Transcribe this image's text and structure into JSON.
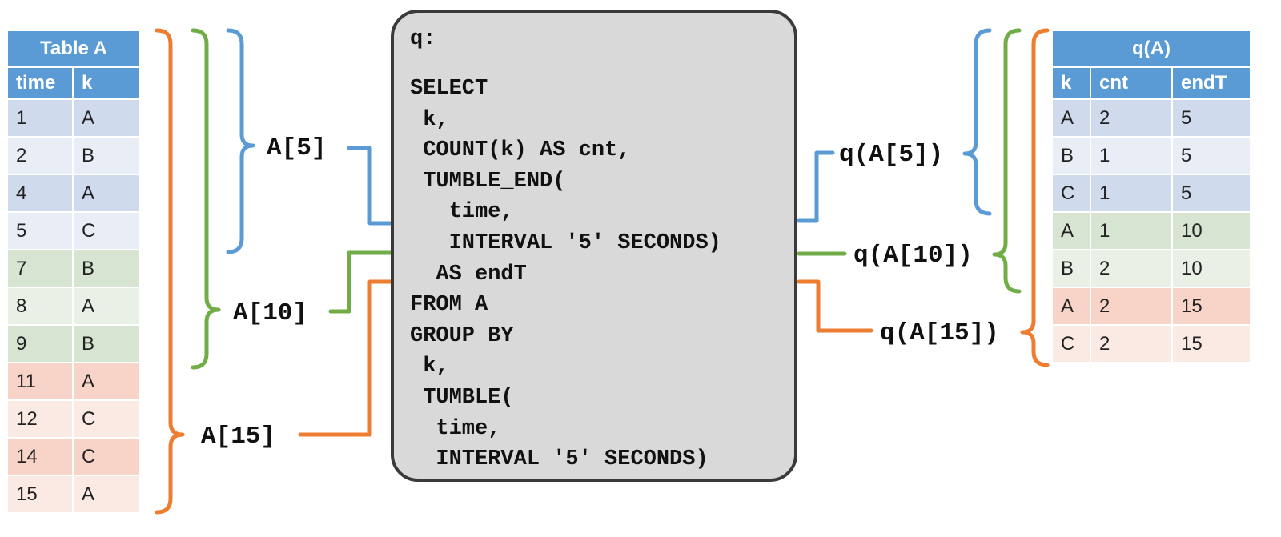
{
  "table_a": {
    "title": "Table A",
    "headers": [
      "time",
      "k"
    ],
    "rows": [
      [
        "1",
        "A"
      ],
      [
        "2",
        "B"
      ],
      [
        "4",
        "A"
      ],
      [
        "5",
        "C"
      ],
      [
        "7",
        "B"
      ],
      [
        "8",
        "A"
      ],
      [
        "9",
        "B"
      ],
      [
        "11",
        "A"
      ],
      [
        "12",
        "C"
      ],
      [
        "14",
        "C"
      ],
      [
        "15",
        "A"
      ]
    ]
  },
  "query": {
    "label": "q:",
    "code": "SELECT\n k,\n COUNT(k) AS cnt,\n TUMBLE_END(\n   time,\n   INTERVAL '5' SECONDS)\n  AS endT\nFROM A\nGROUP BY\n k,\n TUMBLE(\n  time,\n  INTERVAL '5' SECONDS)"
  },
  "input_labels": {
    "a5": "A[5]",
    "a10": "A[10]",
    "a15": "A[15]"
  },
  "output_labels": {
    "q5": "q(A[5])",
    "q10": "q(A[10])",
    "q15": "q(A[15])"
  },
  "table_q": {
    "title": "q(A)",
    "headers": [
      "k",
      "cnt",
      "endT"
    ],
    "rows": [
      [
        "A",
        "2",
        "5"
      ],
      [
        "B",
        "1",
        "5"
      ],
      [
        "C",
        "1",
        "5"
      ],
      [
        "A",
        "1",
        "10"
      ],
      [
        "B",
        "2",
        "10"
      ],
      [
        "A",
        "2",
        "15"
      ],
      [
        "C",
        "2",
        "15"
      ]
    ]
  },
  "colors": {
    "blue": "#5b9bd5",
    "green": "#70ad47",
    "orange": "#ed7d31",
    "header": "#5b9bd5",
    "box": "#d9d9d9"
  }
}
